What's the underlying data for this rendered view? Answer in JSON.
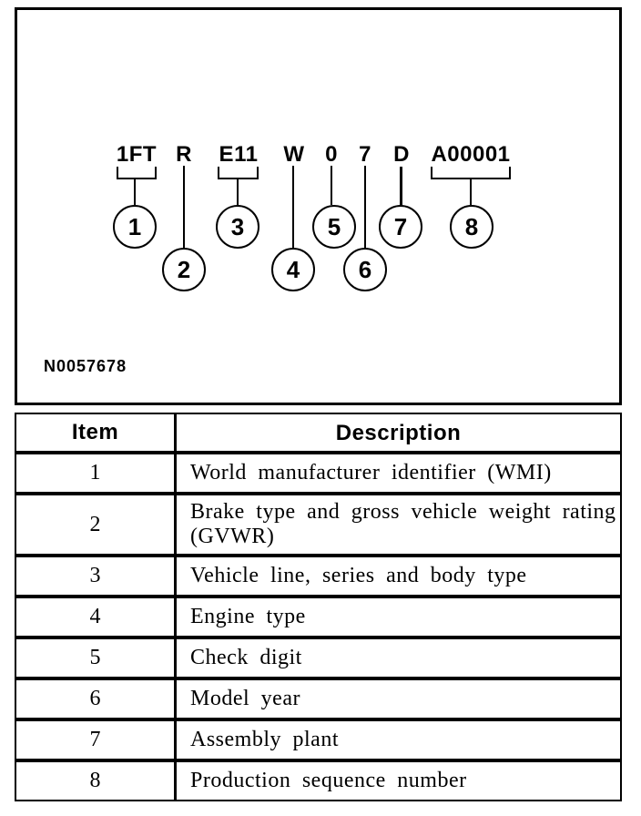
{
  "colors": {
    "ink": "#000000",
    "paper": "#ffffff"
  },
  "diagram": {
    "figure_code": "N0057678",
    "segments": [
      {
        "code": "1FT",
        "item": "1"
      },
      {
        "code": "R",
        "item": "2"
      },
      {
        "code": "E11",
        "item": "3"
      },
      {
        "code": "W",
        "item": "4"
      },
      {
        "code": "0",
        "item": "5"
      },
      {
        "code": "7",
        "item": "6"
      },
      {
        "code": "D",
        "item": "7"
      },
      {
        "code": "A00001",
        "item": "8"
      }
    ]
  },
  "table": {
    "headers": {
      "item": "Item",
      "description": "Description"
    },
    "rows": [
      {
        "item": "1",
        "description": "World manufacturer identifier (WMI)"
      },
      {
        "item": "2",
        "description": "Brake type and gross vehicle weight rating (GVWR)"
      },
      {
        "item": "3",
        "description": "Vehicle line, series and body type"
      },
      {
        "item": "4",
        "description": "Engine type"
      },
      {
        "item": "5",
        "description": "Check digit"
      },
      {
        "item": "6",
        "description": "Model year"
      },
      {
        "item": "7",
        "description": "Assembly plant"
      },
      {
        "item": "8",
        "description": "Production sequence number"
      }
    ]
  }
}
